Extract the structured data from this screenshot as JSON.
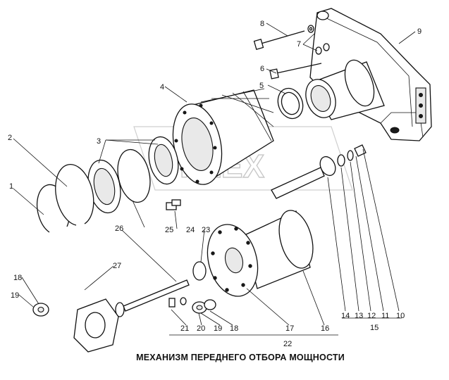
{
  "caption": "МЕХАНИЗМ ПЕРЕДНЕГО ОТБОРА МОЩНОСТИ",
  "watermark": "PLEX",
  "callouts": [
    "1",
    "2",
    "3",
    "4",
    "5",
    "6",
    "7",
    "8",
    "9",
    "10",
    "11",
    "12",
    "13",
    "14",
    "15",
    "16",
    "17",
    "18",
    "19",
    "20",
    "21",
    "22",
    "23",
    "24",
    "25",
    "26",
    "27",
    "18",
    "19"
  ]
}
